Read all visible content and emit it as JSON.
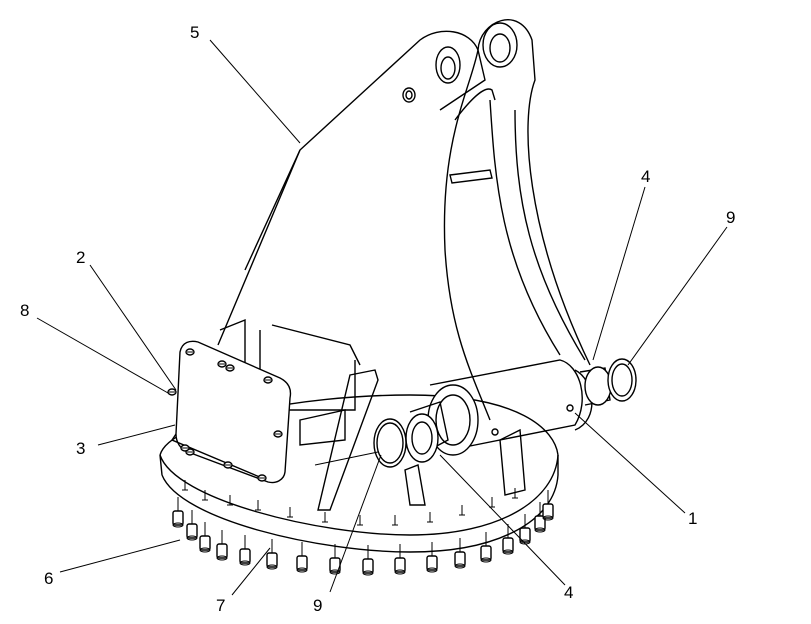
{
  "figure": {
    "callouts": [
      {
        "id": "c5",
        "label": "5"
      },
      {
        "id": "c4a",
        "label": "4"
      },
      {
        "id": "c9a",
        "label": "9"
      },
      {
        "id": "c2",
        "label": "2"
      },
      {
        "id": "c8",
        "label": "8"
      },
      {
        "id": "c3",
        "label": "3"
      },
      {
        "id": "c1",
        "label": "1"
      },
      {
        "id": "c6",
        "label": "6"
      },
      {
        "id": "c7",
        "label": "7"
      },
      {
        "id": "c9b",
        "label": "9"
      },
      {
        "id": "c4b",
        "label": "4"
      }
    ]
  }
}
